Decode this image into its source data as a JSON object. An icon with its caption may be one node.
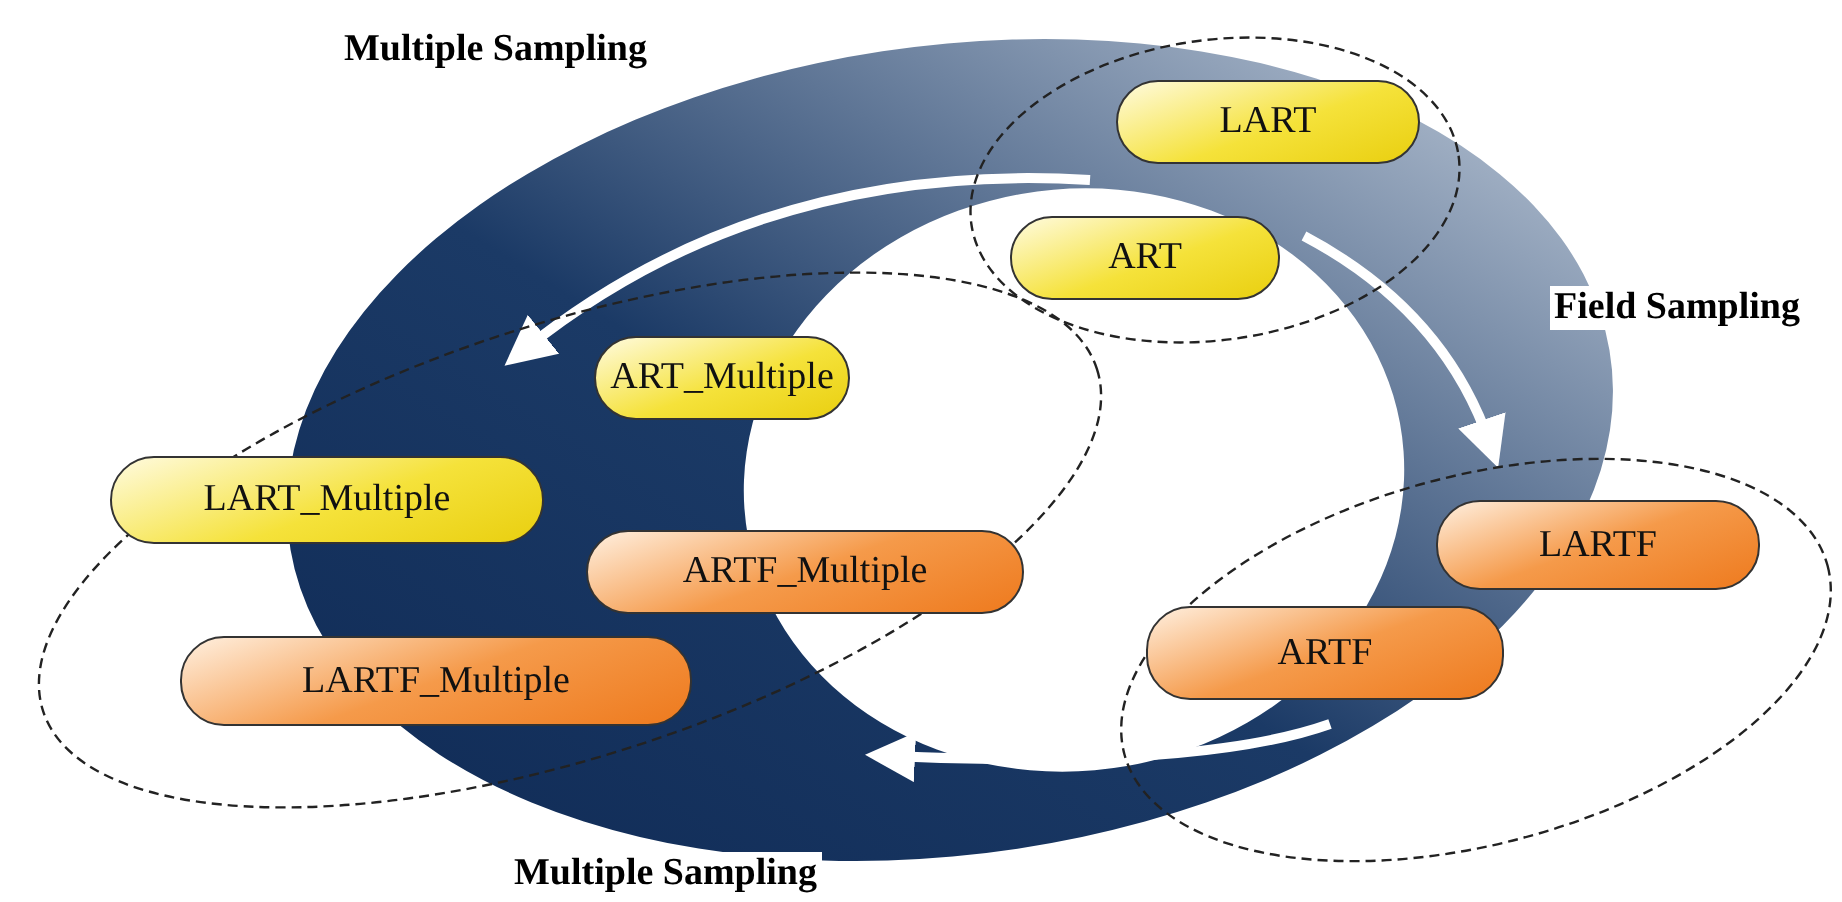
{
  "diagram": {
    "nodes": [
      {
        "text": [],
        "shape": "ellipse"
      },
      {
        "text": [
          "LART"
        ],
        "in": 0
      },
      {
        "text": [
          "ART"
        ],
        "in": 0
      },
      {
        "text": [],
        "shape": "ellipse"
      },
      {
        "text": [
          "ART_Multiple"
        ],
        "in": 3
      },
      {
        "text": [
          "LART_Multiple"
        ],
        "in": 3
      },
      {
        "text": [
          "ARTF_Multiple"
        ],
        "in": 3
      },
      {
        "text": [
          "LARTF_Multiple"
        ],
        "in": 3
      },
      {
        "text": [],
        "shape": "ellipse"
      },
      {
        "text": [
          "LARTF"
        ],
        "in": 8
      },
      {
        "text": [
          "ARTF"
        ],
        "in": 8
      }
    ],
    "edges": [],
    "labels": [
      "Multiple Sampling",
      "Field Sampling",
      "Multiple Sampling"
    ]
  }
}
